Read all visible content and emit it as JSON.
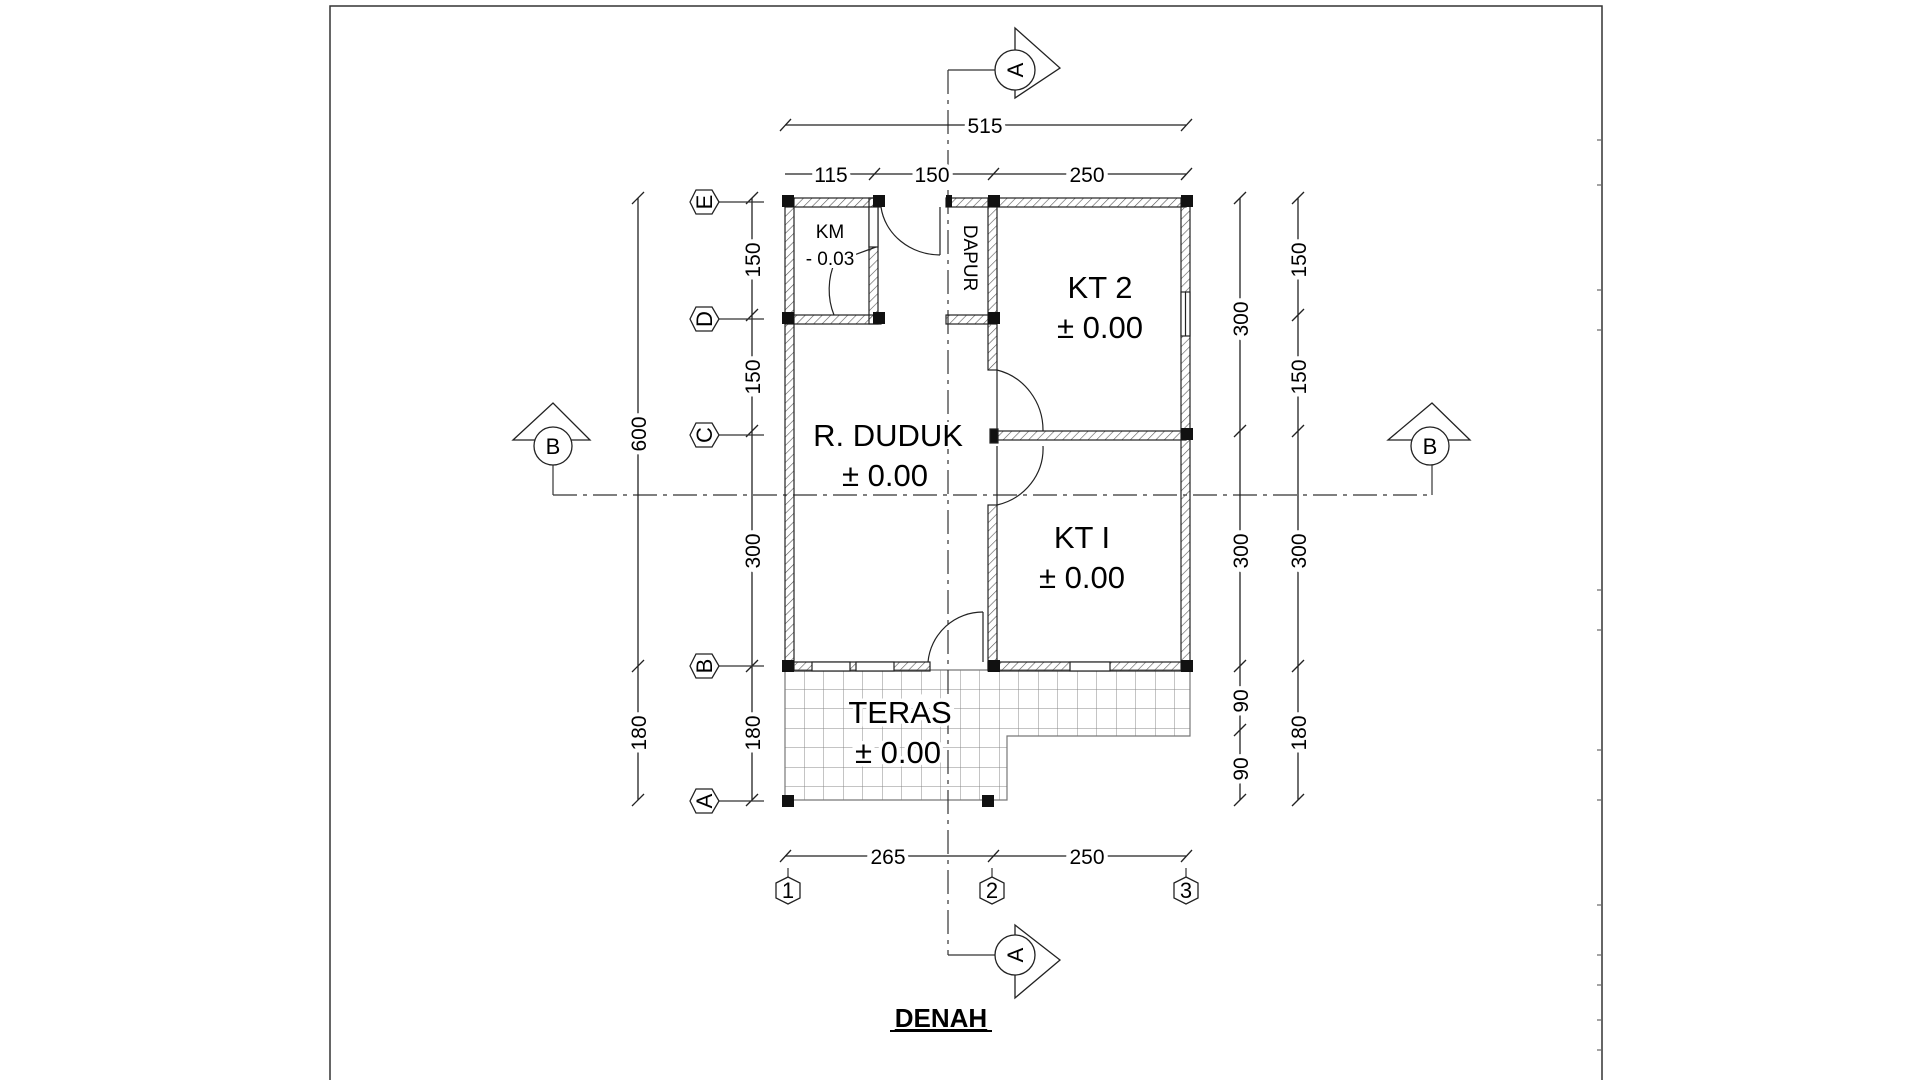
{
  "rooms": {
    "km": {
      "name": "KM",
      "level": "- 0.03"
    },
    "dapur": {
      "name": "DAPUR"
    },
    "kt2": {
      "name": "KT 2",
      "level": "± 0.00"
    },
    "r_duduk": {
      "name": "R. DUDUK",
      "level": "± 0.00"
    },
    "kt1": {
      "name": "KT I",
      "level": "± 0.00"
    },
    "teras": {
      "name": "TERAS",
      "level": "± 0.00"
    }
  },
  "dimensions": {
    "top_overall": "515",
    "top_segments": [
      "115",
      "150",
      "250"
    ],
    "bottom_segments": [
      "265",
      "250"
    ],
    "left_overall": "600",
    "left_overall_lower": "180",
    "left_inner": [
      "150",
      "150",
      "300",
      "180"
    ],
    "right_inner": [
      "300",
      "300",
      "90",
      "90"
    ],
    "right_outer": [
      "150",
      "150",
      "300",
      "180"
    ]
  },
  "grid": {
    "rows": [
      "E",
      "D",
      "C",
      "B",
      "A"
    ],
    "columns": [
      "1",
      "2",
      "3"
    ]
  },
  "sections": {
    "a": "A",
    "b": "B"
  },
  "title": "DENAH"
}
